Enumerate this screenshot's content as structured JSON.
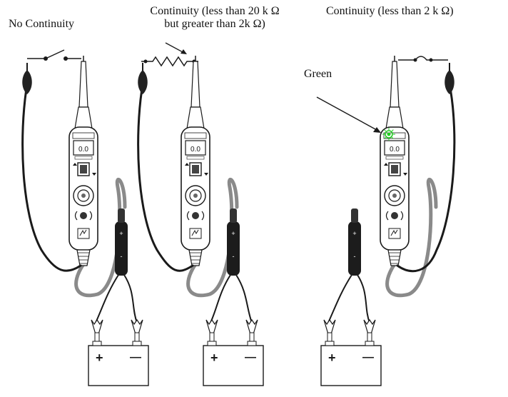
{
  "labels": {
    "no_continuity": "No Continuity",
    "continuity_mid_line1": "Continuity (less than 20 k Ω",
    "continuity_mid_line2": "but greater than 2k Ω)",
    "continuity_low": "Continuity (less than 2 k Ω)",
    "green": "Green"
  },
  "display_reading": "0.0",
  "battery": {
    "plus": "+",
    "minus": "—"
  },
  "colors": {
    "led_green": "#22cc22",
    "ink": "#1a1a1a",
    "cable_grey": "#8a8a8a"
  }
}
